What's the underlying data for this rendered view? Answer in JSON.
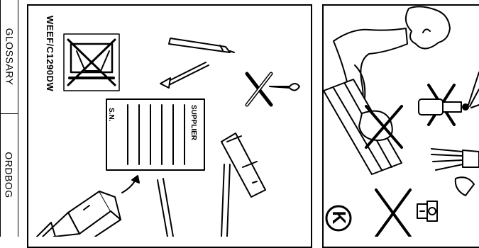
{
  "tabs": [
    {
      "label": "GLOSSARY"
    },
    {
      "label": "ORDBOG"
    }
  ],
  "left_panel": {
    "model_code": "WEEF/C1290DW",
    "document": {
      "supplier_label": "SUPPLIER",
      "si_label": "S.N."
    }
  },
  "right_panel": {
    "badge_letter": "K"
  },
  "icons": [
    "crossed-out-wheelie-bin-icon",
    "pen-icon",
    "arrow-icon",
    "no-tools-icon",
    "document-form-icon",
    "remote-control-icon",
    "boxes-icon",
    "person-lifting-unit-icon",
    "no-spray-icon",
    "no-wash-icon",
    "no-hose-icon"
  ]
}
